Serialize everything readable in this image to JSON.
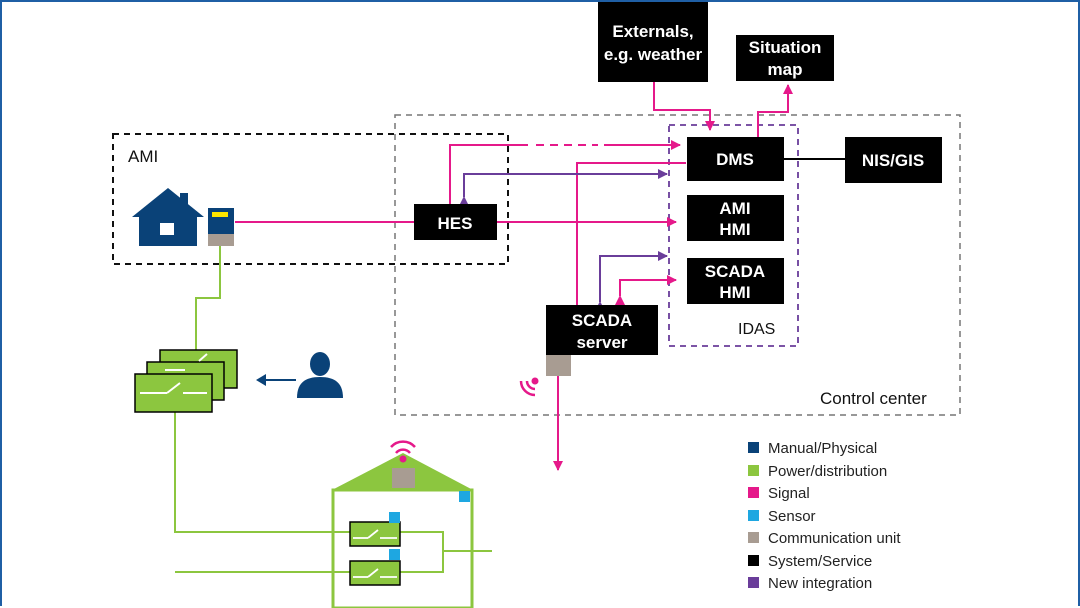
{
  "boxes": {
    "externals": [
      "Externals,",
      "e.g. weather"
    ],
    "situation_map": [
      "Situation",
      "map"
    ],
    "dms": [
      "DMS"
    ],
    "nis_gis": [
      "NIS/GIS"
    ],
    "ami_hmi": [
      "AMI",
      "HMI"
    ],
    "scada_hmi": [
      "SCADA",
      "HMI"
    ],
    "hes": [
      "HES"
    ],
    "scada_server": [
      "SCADA",
      "server"
    ]
  },
  "regions": {
    "ami": "AMI",
    "idas": "IDAS",
    "control_center": "Control center"
  },
  "colors": {
    "manual": "#0a4278",
    "power": "#8cc63f",
    "signal": "#e5198a",
    "sensor": "#1ea7e1",
    "comm": "#a89c92",
    "system": "#000000",
    "integration": "#6a3d9a"
  },
  "legend": [
    {
      "label": "Manual/Physical",
      "color": "#0a4278"
    },
    {
      "label": "Power/distribution",
      "color": "#8cc63f"
    },
    {
      "label": "Signal",
      "color": "#e5198a"
    },
    {
      "label": "Sensor",
      "color": "#1ea7e1"
    },
    {
      "label": "Communication unit",
      "color": "#a89c92"
    },
    {
      "label": "System/Service",
      "color": "#000000"
    },
    {
      "label": "New integration",
      "color": "#6a3d9a"
    }
  ]
}
